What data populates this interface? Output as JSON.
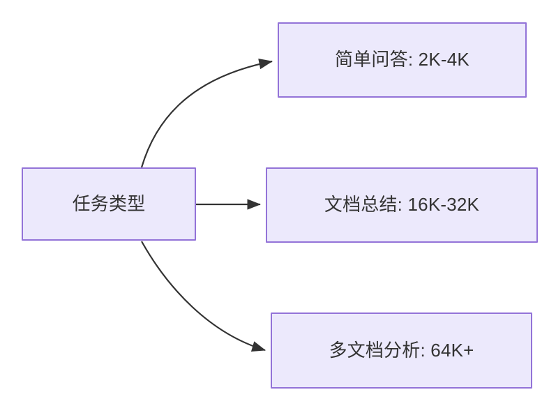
{
  "diagram": {
    "type": "flowchart",
    "direction": "left-to-right",
    "background_color": "#ffffff",
    "node_fill_color": "#ece9fc",
    "node_border_color": "#9373d8",
    "node_text_color": "#333333",
    "edge_color": "#333333",
    "root": {
      "id": "root",
      "label": "任务类型"
    },
    "branches": [
      {
        "id": "simple-qa",
        "label": "简单问答: 2K-4K",
        "task": "简单问答",
        "context_range": "2K-4K",
        "edge_style": "curved"
      },
      {
        "id": "doc-sum",
        "label": "文档总结: 16K-32K",
        "task": "文档总结",
        "context_range": "16K-32K",
        "edge_style": "straight"
      },
      {
        "id": "multi-doc",
        "label": "多文档分析: 64K+",
        "task": "多文档分析",
        "context_range": "64K+",
        "edge_style": "curved"
      }
    ]
  }
}
